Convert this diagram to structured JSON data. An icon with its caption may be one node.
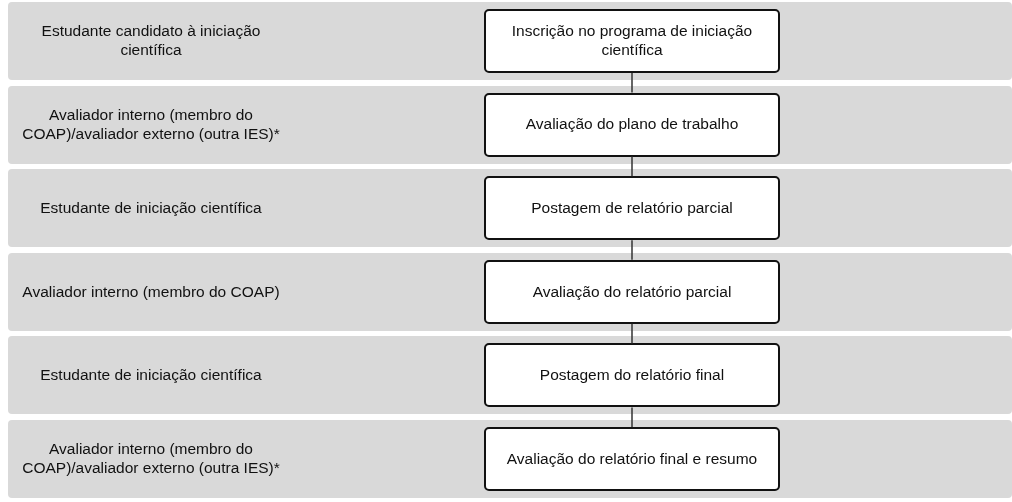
{
  "diagram": {
    "nodes": [
      {
        "text": [
          "Estudante candidato à iniciação científica"
        ]
      },
      {
        "text": [
          "Inscrição no programa de iniciação científica"
        ],
        "in": 0
      },
      {
        "text": [
          "Avaliador interno (membro do COAP)/avaliador externo (outra IES)*"
        ]
      },
      {
        "text": [
          "Avaliação do plano de trabalho"
        ],
        "in": 2
      },
      {
        "text": [
          "Estudante de iniciação científica"
        ]
      },
      {
        "text": [
          "Postagem de relatório parcial"
        ],
        "in": 4
      },
      {
        "text": [
          "Avaliador interno (membro do COAP)"
        ]
      },
      {
        "text": [
          "Avaliação do relatório parcial"
        ],
        "in": 6
      },
      {
        "text": [
          "Estudante de iniciação científica"
        ]
      },
      {
        "text": [
          "Postagem do relatório final"
        ],
        "in": 8
      },
      {
        "text": [
          "Avaliador interno (membro do COAP)/avaliador externo (outra IES)*"
        ]
      },
      {
        "text": [
          "Avaliação do relatório final e resumo"
        ],
        "in": 10
      }
    ],
    "edges": [
      {
        "from": 1,
        "to": 3,
        "arrow": "none"
      },
      {
        "from": 3,
        "to": 5,
        "arrow": "none"
      },
      {
        "from": 5,
        "to": 7,
        "arrow": "none"
      },
      {
        "from": 7,
        "to": 9,
        "arrow": "none"
      },
      {
        "from": 9,
        "to": 11,
        "arrow": "none"
      }
    ]
  }
}
